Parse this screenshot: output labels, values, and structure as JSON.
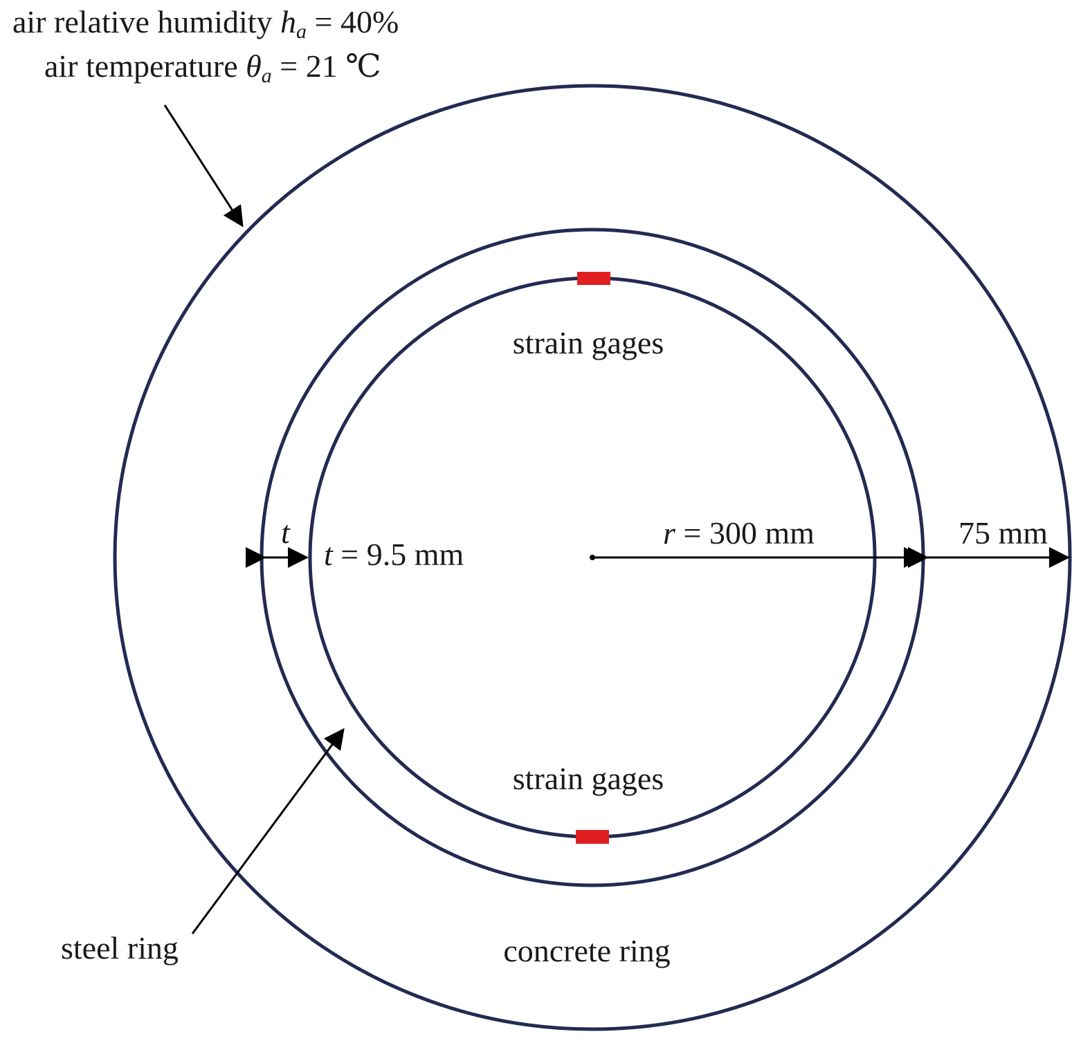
{
  "labels": {
    "humidity_prefix": "air relative humidity ",
    "humidity_symbol": "h",
    "humidity_sub": "a",
    "humidity_value": " = 40%",
    "temperature_prefix": "air temperature ",
    "temperature_symbol": "θ",
    "temperature_sub": "a",
    "temperature_value": " = 21 ℃",
    "strain_gages_top": "strain gages",
    "strain_gages_bottom": "strain gages",
    "t_symbol": "t",
    "thickness_symbol": "t",
    "thickness_value": " = 9.5 mm",
    "radius_symbol": "r",
    "radius_value": " = 300 mm",
    "concrete_width": "75 mm",
    "steel_ring": "steel ring",
    "concrete_ring": "concrete ring"
  },
  "colors": {
    "ring_stroke": "#232a52",
    "strain_gage": "#e02020",
    "line": "#000000"
  }
}
